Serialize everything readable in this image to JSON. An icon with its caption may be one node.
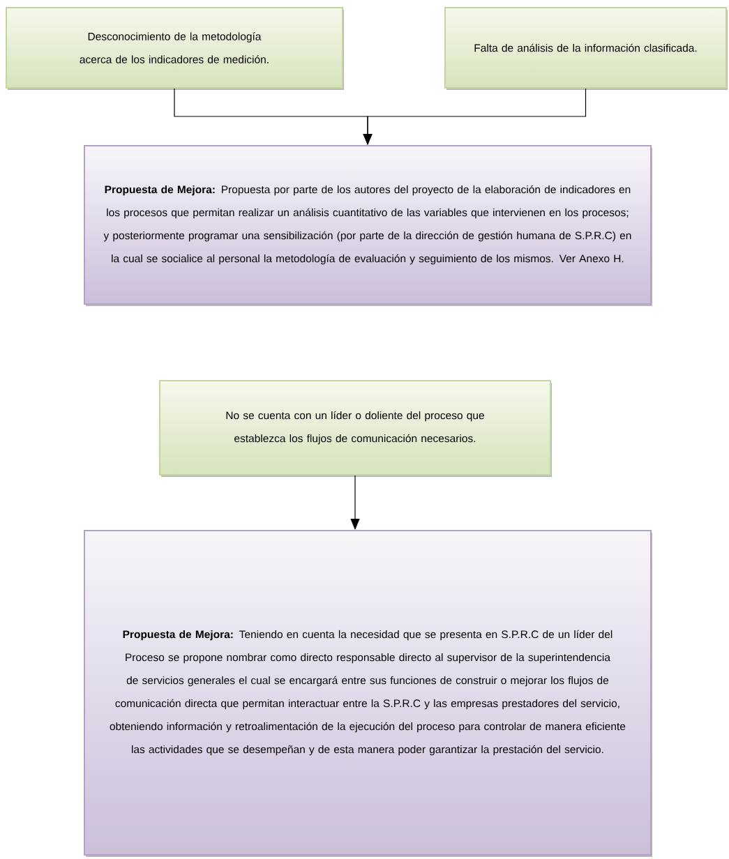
{
  "diagram": {
    "nodes": [
      {
        "text": [
          "Desconocimiento de la metodología acerca de los indicadores de medición."
        ]
      },
      {
        "text": [
          "Falta de análisis de la información clasificada."
        ]
      },
      {
        "text": [
          "**Propuesta de Mejora:** Propuesta por parte de los autores del proyecto de  la elaboración de indicadores en los procesos que permitan realizar un análisis cuantitativo de las variables que intervienen en los procesos; y posteriormente programar una sensibilización (por parte de la dirección de gestión humana de S.P.R.C) en la cual se socialice al personal la metodología de evaluación y seguimiento de los mismos. Ver Anexo H."
        ]
      },
      {
        "text": [
          "No se cuenta con un líder o doliente del proceso que establezca los flujos de comunicación necesarios."
        ]
      },
      {
        "text": [
          "**Propuesta de Mejora:** Teniendo en cuenta la necesidad que se presenta en S.P.R.C de un líder del Proceso se propone nombrar como directo responsable directo al supervisor de la superintendencia de servicios generales el cual se encargará entre sus funciones de construir o mejorar los flujos de comunicación directa que permitan interactuar entre la S.P.R.C y las empresas prestadores del servicio, obteniendo información y retroalimentación de la ejecución del proceso para controlar de manera eficiente las actividades que se desempeñan y de esta manera poder garantizar la prestación del servicio."
        ]
      }
    ],
    "edges": [
      {
        "from": 0,
        "to": 2,
        "arrow": "to"
      },
      {
        "from": 1,
        "to": 2,
        "arrow": "to"
      },
      {
        "from": 3,
        "to": 4,
        "arrow": "to"
      }
    ]
  }
}
